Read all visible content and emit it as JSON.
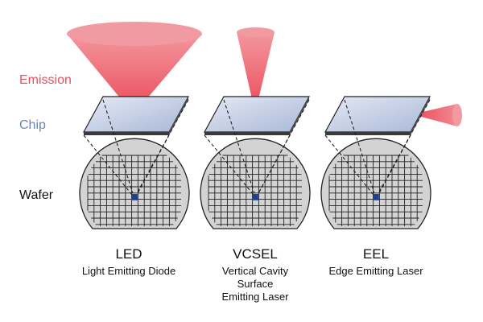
{
  "row_labels": {
    "emission": "Emission",
    "chip": "Chip",
    "wafer": "Wafer"
  },
  "devices": {
    "led": {
      "name": "LED",
      "description": "Light Emitting Diode"
    },
    "vcsel": {
      "name": "VCSEL",
      "description": "Vertical Cavity\nSurface\nEmitting Laser"
    },
    "eel": {
      "name": "EEL",
      "description": "Edge Emitting Laser"
    }
  },
  "colors": {
    "emission": "#e8505b",
    "chip": "#6a86b8",
    "chip_fill": "#c4cfe6",
    "wafer_fill": "#d3d3d3",
    "die_highlight": "#1f3f8f",
    "text": "#111111"
  }
}
